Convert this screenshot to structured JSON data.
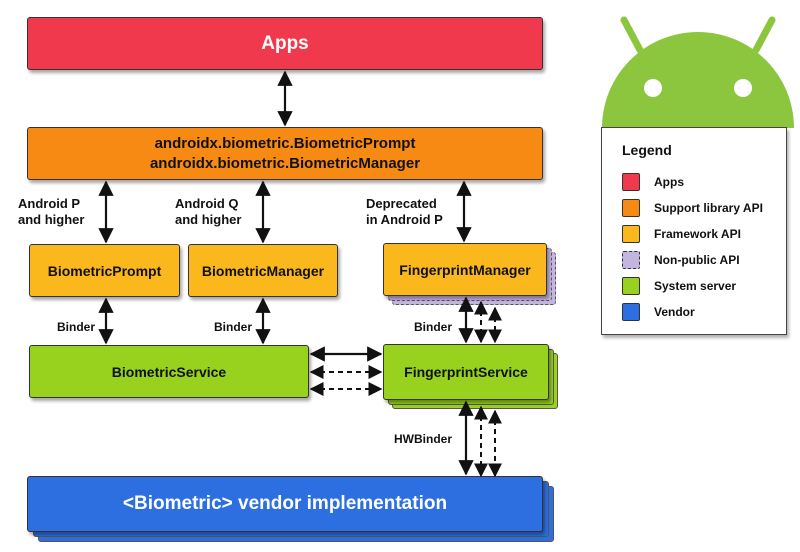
{
  "colors": {
    "apps": "#f0394c",
    "support": "#f78a13",
    "framework": "#fbb81c",
    "nonpublic": "#c4b4e0",
    "system": "#98d11e",
    "vendor": "#2d6fe0",
    "android": "#8cc63f"
  },
  "boxes": {
    "apps": "Apps",
    "support_line1": "androidx.biometric.BiometricPrompt",
    "support_line2": "androidx.biometric.BiometricManager",
    "biometric_prompt": "BiometricPrompt",
    "biometric_manager": "BiometricManager",
    "fingerprint_manager": "FingerprintManager",
    "biometric_service": "BiometricService",
    "fingerprint_service": "FingerprintService",
    "vendor": "<Biometric> vendor implementation"
  },
  "labels": {
    "android_p_1": "Android P",
    "android_p_2": "and higher",
    "android_q_1": "Android Q",
    "android_q_2": "and higher",
    "deprecated_1": "Deprecated",
    "deprecated_2": "in Android P",
    "binder_1": "Binder",
    "binder_2": "Binder",
    "binder_3": "Binder",
    "hwbinder": "HWBinder"
  },
  "legend": {
    "title": "Legend",
    "items": [
      {
        "label": "Apps",
        "color": "#f0394c"
      },
      {
        "label": "Support library API",
        "color": "#f78a13"
      },
      {
        "label": "Framework API",
        "color": "#fbb81c"
      },
      {
        "label": "Non-public API",
        "color": "#c4b4e0"
      },
      {
        "label": "System server",
        "color": "#98d11e"
      },
      {
        "label": "Vendor",
        "color": "#2d6fe0"
      }
    ]
  },
  "logo": "android-robot"
}
